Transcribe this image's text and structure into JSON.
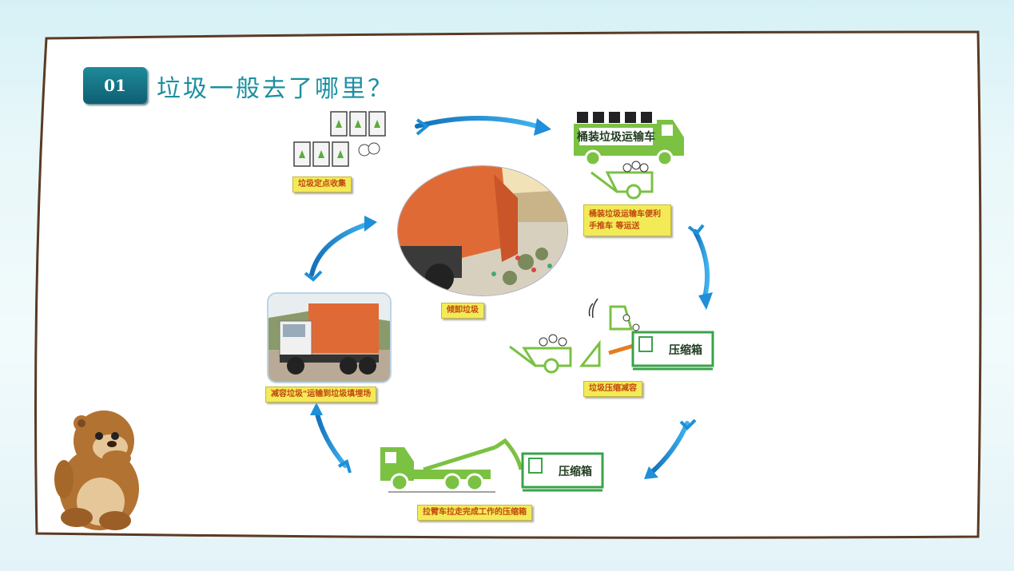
{
  "section": {
    "number": "01",
    "title": "垃圾一般去了哪里？"
  },
  "steps": {
    "collection_label": "垃圾定点收集",
    "transport_truck_sign": "桶装垃圾运输车",
    "transport_label": "桶装垃圾运输车便利手推车 等运送",
    "dumping_label": "倾卸垃圾",
    "compression_box_text": "压缩箱",
    "compression_label": "垃圾压缩减容",
    "hauling_label": "拉臂车拉走完成工作的压缩箱",
    "landfill_label": "减容垃圾\"运输到垃圾填埋场"
  },
  "colors": {
    "accent_teal": "#1b8fa0",
    "vehicle_green": "#7bc142",
    "arrow_blue": "#1e8fd8",
    "label_yellow": "#f3ea57",
    "label_text": "#c2470f",
    "truck_orange": "#e06a35"
  },
  "icons": [
    "trash-bin-icon",
    "cycle-arrow-icon",
    "bear-mascot-icon"
  ]
}
